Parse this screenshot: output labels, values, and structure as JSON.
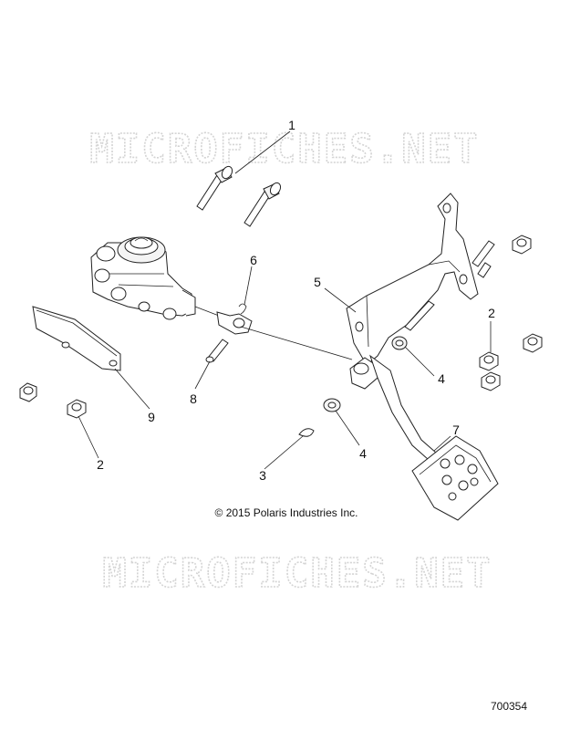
{
  "watermark": {
    "top": "MICROFICHES.NET",
    "bottom": "MICROFICHES.NET"
  },
  "copyright": "© 2015 Polaris Industries Inc.",
  "document_number": "700354",
  "callouts": [
    {
      "id": "c1",
      "label": "1"
    },
    {
      "id": "c2a",
      "label": "2"
    },
    {
      "id": "c2b",
      "label": "2"
    },
    {
      "id": "c3",
      "label": "3"
    },
    {
      "id": "c4a",
      "label": "4"
    },
    {
      "id": "c4b",
      "label": "4"
    },
    {
      "id": "c5",
      "label": "5"
    },
    {
      "id": "c6",
      "label": "6"
    },
    {
      "id": "c7",
      "label": "7"
    },
    {
      "id": "c8",
      "label": "8"
    },
    {
      "id": "c9",
      "label": "9"
    }
  ]
}
